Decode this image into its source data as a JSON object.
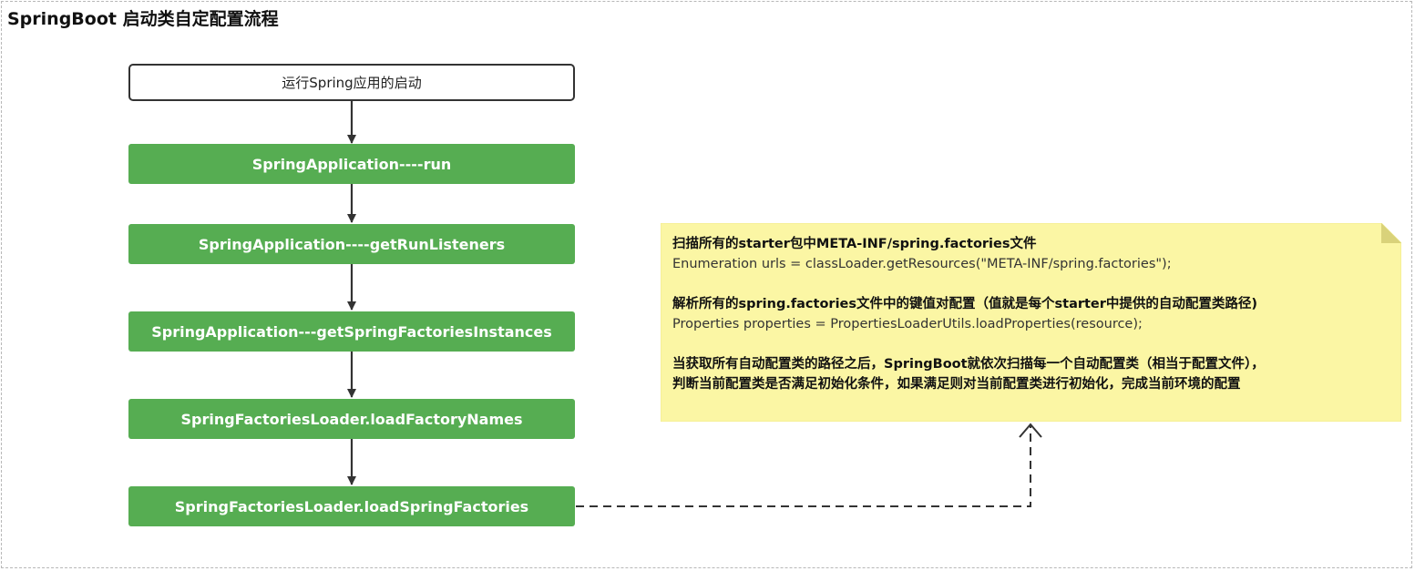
{
  "title": "SpringBoot 启动类自定配置流程",
  "flow": {
    "start": "运行Spring应用的启动",
    "steps": [
      "SpringApplication----run",
      "SpringApplication----getRunListeners",
      "SpringApplication---getSpringFactoriesInstances",
      "SpringFactoriesLoader.loadFactoryNames",
      "SpringFactoriesLoader.loadSpringFactories"
    ]
  },
  "note": {
    "p1_title": "扫描所有的starter包中META-INF/spring.factories文件",
    "p1_code": "Enumeration urls = classLoader.getResources(\"META-INF/spring.factories\");",
    "p2_title": "解析所有的spring.factories文件中的键值对配置（值就是每个starter中提供的自动配置类路径)",
    "p2_code": "Properties properties = PropertiesLoaderUtils.loadProperties(resource);",
    "p3_line1": "当获取所有自动配置类的路径之后，SpringBoot就依次扫描每一个自动配置类（相当于配置文件），",
    "p3_line2": "判断当前配置类是否满足初始化条件，如果满足则对当前配置类进行初始化，完成当前环境的配置"
  },
  "colors": {
    "step_fill": "#56ad52",
    "note_fill": "#fbf6a4",
    "arrow": "#333333"
  }
}
